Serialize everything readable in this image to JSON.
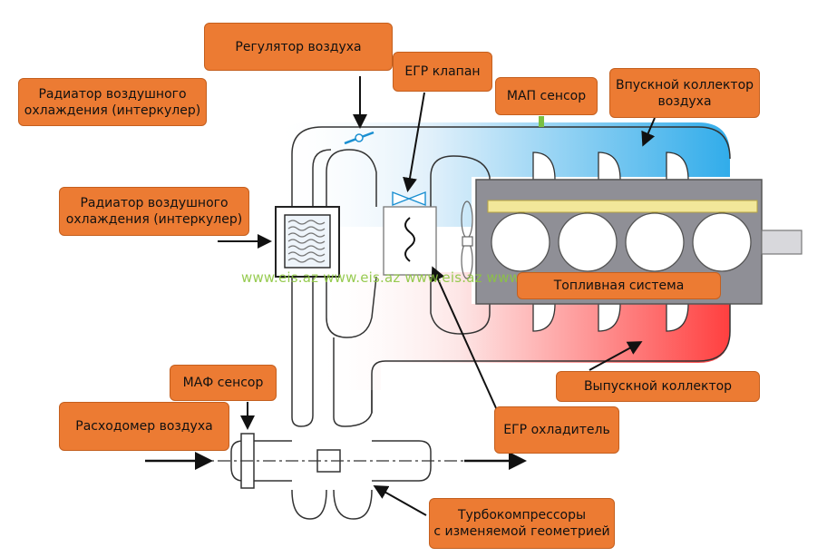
{
  "labels": {
    "air_regulator": "Регулятор воздуха",
    "intercooler_top": [
      "Радиатор воздушного",
      "охлаждения (интеркулер)"
    ],
    "egr_valve": "ЕГР клапан",
    "map_sensor": "МАП сенсор",
    "intake_manifold": [
      "Впускной коллектор",
      "воздуха"
    ],
    "intercooler_left": [
      "Радиатор воздушного",
      "охлаждения (интеркулер)"
    ],
    "fuel_system": "Топливная система",
    "maf_sensor": "МАФ сенсор",
    "exhaust_manifold": "Выпускной коллектор",
    "air_flow_meter": "Расходомер воздуха",
    "egr_cooler": "ЕГР охладитель",
    "turbochargers": [
      "Турбокомпрессоры",
      "с изменяемой геометрией"
    ]
  },
  "watermark": "www.eis.az www.eis.az www.eis.az www.eis.az",
  "colors": {
    "label_fill": "#ec7b33",
    "intake_blue": "#1aa3e8",
    "exhaust_red": "#ff2a2a",
    "engine_gray": "#8f8f96",
    "fuel_rail": "#f2e79a",
    "watermark_green": "#8cc63f"
  }
}
